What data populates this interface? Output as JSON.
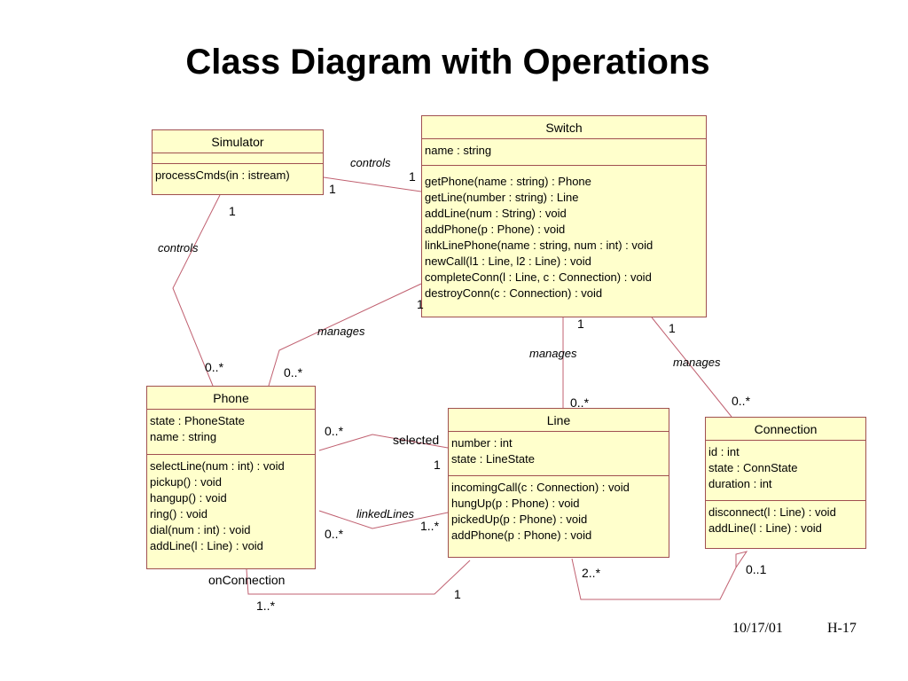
{
  "title": "Class Diagram with Operations",
  "classes": {
    "switch": {
      "name": "Switch",
      "attributes": [
        "name : string"
      ],
      "operations": [
        "getPhone(name : string) : Phone",
        "getLine(number : string) : Line",
        "addLine(num : String) : void",
        "addPhone(p : Phone) : void",
        "linkLinePhone(name : string, num : int) : void",
        "newCall(l1 : Line, l2 : Line) : void",
        "completeConn(l : Line, c : Connection) : void",
        "destroyConn(c : Connection) : void"
      ]
    },
    "simulator": {
      "name": "Simulator",
      "attributes": [],
      "operations": [
        "processCmds(in : istream)"
      ]
    },
    "phone": {
      "name": "Phone",
      "attributes": [
        "state : PhoneState",
        "name : string"
      ],
      "operations": [
        "selectLine(num : int) : void",
        "pickup() : void",
        "hangup() : void",
        "ring() : void",
        "dial(num : int) : void",
        "addLine(l : Line) : void"
      ]
    },
    "line": {
      "name": "Line",
      "attributes": [
        "number : int",
        "state : LineState"
      ],
      "operations": [
        "incomingCall(c : Connection) : void",
        "hungUp(p : Phone) : void",
        "pickedUp(p : Phone) : void",
        "addPhone(p : Phone) : void"
      ]
    },
    "connection": {
      "name": "Connection",
      "attributes": [
        "id : int",
        "state : ConnState",
        "duration : int"
      ],
      "operations": [
        "disconnect(l : Line) : void",
        "addLine(l : Line) : void"
      ]
    }
  },
  "associations": {
    "sim_switch": {
      "name": "controls",
      "end_a": "1",
      "end_b": "1"
    },
    "sim_phone": {
      "name": "controls",
      "end_a": "1",
      "end_b": "0..*"
    },
    "switch_phone": {
      "name": "manages",
      "end_a": "1",
      "end_b": "0..*"
    },
    "switch_line": {
      "name": "manages",
      "end_a": "1",
      "end_b": "0..*"
    },
    "switch_connection": {
      "name": "manages",
      "end_a": "1",
      "end_b": "0..*"
    },
    "phone_line_selected": {
      "name": "selected",
      "end_a": "0..*",
      "end_b": "1"
    },
    "phone_line_linked": {
      "name": "linkedLines",
      "end_a": "0..*",
      "end_b": "1..*"
    },
    "phone_line_onconnection": {
      "name": "onConnection",
      "end_a": "1..*",
      "end_b": "1"
    },
    "line_connection": {
      "end_a": "2..*",
      "end_b": "0..1"
    }
  },
  "footer": {
    "date": "10/17/01",
    "page": "H-17"
  },
  "colors": {
    "class_fill": "#ffffcc",
    "class_border": "#a05050",
    "link": "#c06070"
  }
}
